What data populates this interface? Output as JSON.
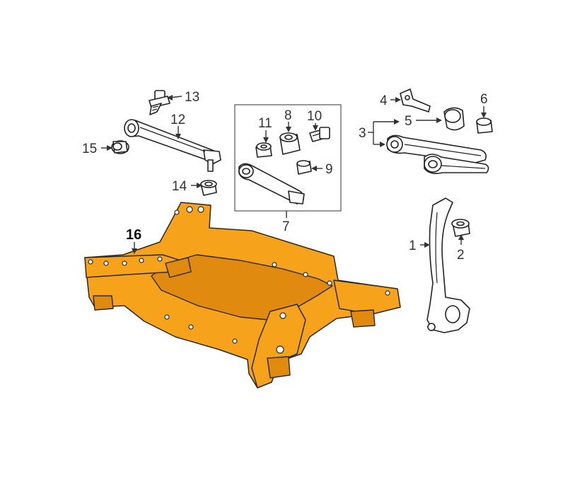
{
  "callouts": {
    "c1": "1",
    "c2": "2",
    "c3": "3",
    "c4": "4",
    "c5": "5",
    "c6": "6",
    "c7": "7",
    "c8": "8",
    "c9": "9",
    "c10": "10",
    "c11": "11",
    "c12": "12",
    "c13": "13",
    "c14": "14",
    "c15": "15",
    "c16": "16"
  },
  "colors": {
    "subframe": "#f7a21b",
    "line": "#222222",
    "background": "#ffffff"
  }
}
